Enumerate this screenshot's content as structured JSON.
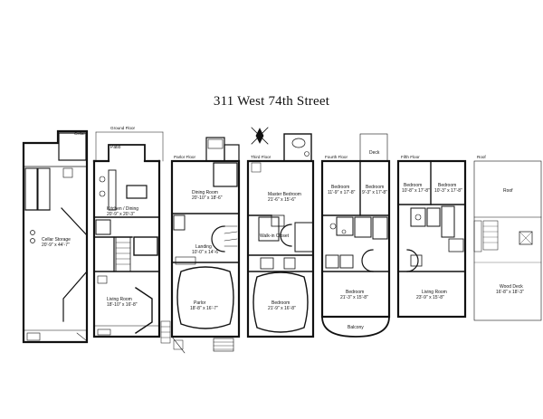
{
  "title": "311 West 74th Street",
  "floors": {
    "cellar": "Cellar",
    "ground": "Ground Floor",
    "parlor": "Parlor Floor",
    "third": "Third Floor",
    "fourth": "Fourth Floor",
    "fifth": "Fifth Floor",
    "roof": "Roof"
  },
  "rooms": {
    "cellar_storage": "Cellar Storage",
    "cellar_storage_dim": "20'-9\" x 44'-7\"",
    "patio": "Patio",
    "kitchen": "Kitchen / Dining",
    "kitchen_dim": "20'-9\" x 20'-3\"",
    "living_ground": "Living Room",
    "living_ground_dim": "18'-10\" x 16'-8\"",
    "dining": "Dining Room",
    "dining_dim": "20'-10\" x 18'-6\"",
    "landing": "Landing",
    "landing_dim": "10'-0\" x 14'-6\"",
    "parlor": "Parlor",
    "parlor_dim": "18'-8\" x 16'-7\"",
    "master": "Master Bedroom",
    "master_dim": "21'-6\" x 15'-6\"",
    "walkin": "Walk-in Closet",
    "bedroom_third": "Bedroom",
    "bedroom_third_dim": "21'-9\" x 16'-8\"",
    "deck": "Deck",
    "bedroom_4a": "Bedroom",
    "bedroom_4a_dim": "11'-9\" x 17'-8\"",
    "bedroom_4b": "Bedroom",
    "bedroom_4b_dim": "9'-3\" x 17'-8\"",
    "bedroom_4c": "Bedroom",
    "bedroom_4c_dim": "21'-3\" x 15'-8\"",
    "balcony": "Balcony",
    "bedroom_5a": "Bedroom",
    "bedroom_5a_dim": "10'-8\" x 17'-8\"",
    "bedroom_5b": "Bedroom",
    "bedroom_5b_dim": "10'-3\" x 17'-8\"",
    "living_fifth": "Living Room",
    "living_fifth_dim": "23'-9\" x 15'-8\"",
    "roof": "Roof",
    "wood_deck": "Wood Deck",
    "wood_deck_dim": "16'-8\" x 18'-3\""
  }
}
